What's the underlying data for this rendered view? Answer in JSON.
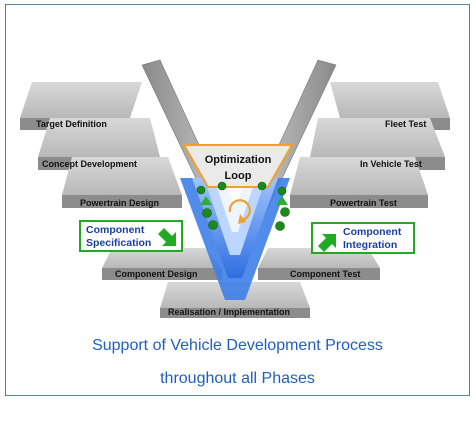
{
  "left_steps": [
    "Target Definition",
    "Concept Development",
    "Powertrain Design",
    "Component Design"
  ],
  "right_steps": [
    "Fleet Test",
    "In Vehicle Test",
    "Powertrain Test",
    "Component Test"
  ],
  "bottom_step": "Realisation / Implementation",
  "loop_label": [
    "Optimization",
    "Loop"
  ],
  "left_box": [
    "Component",
    "Specification"
  ],
  "right_box": [
    "Component",
    "Integration"
  ],
  "caption": [
    "Support of Vehicle Development Process",
    "throughout all Phases"
  ],
  "colors": {
    "accent_blue": "#1f5fbf",
    "box_green": "#22aa22",
    "loop_orange": "#f0a030"
  }
}
